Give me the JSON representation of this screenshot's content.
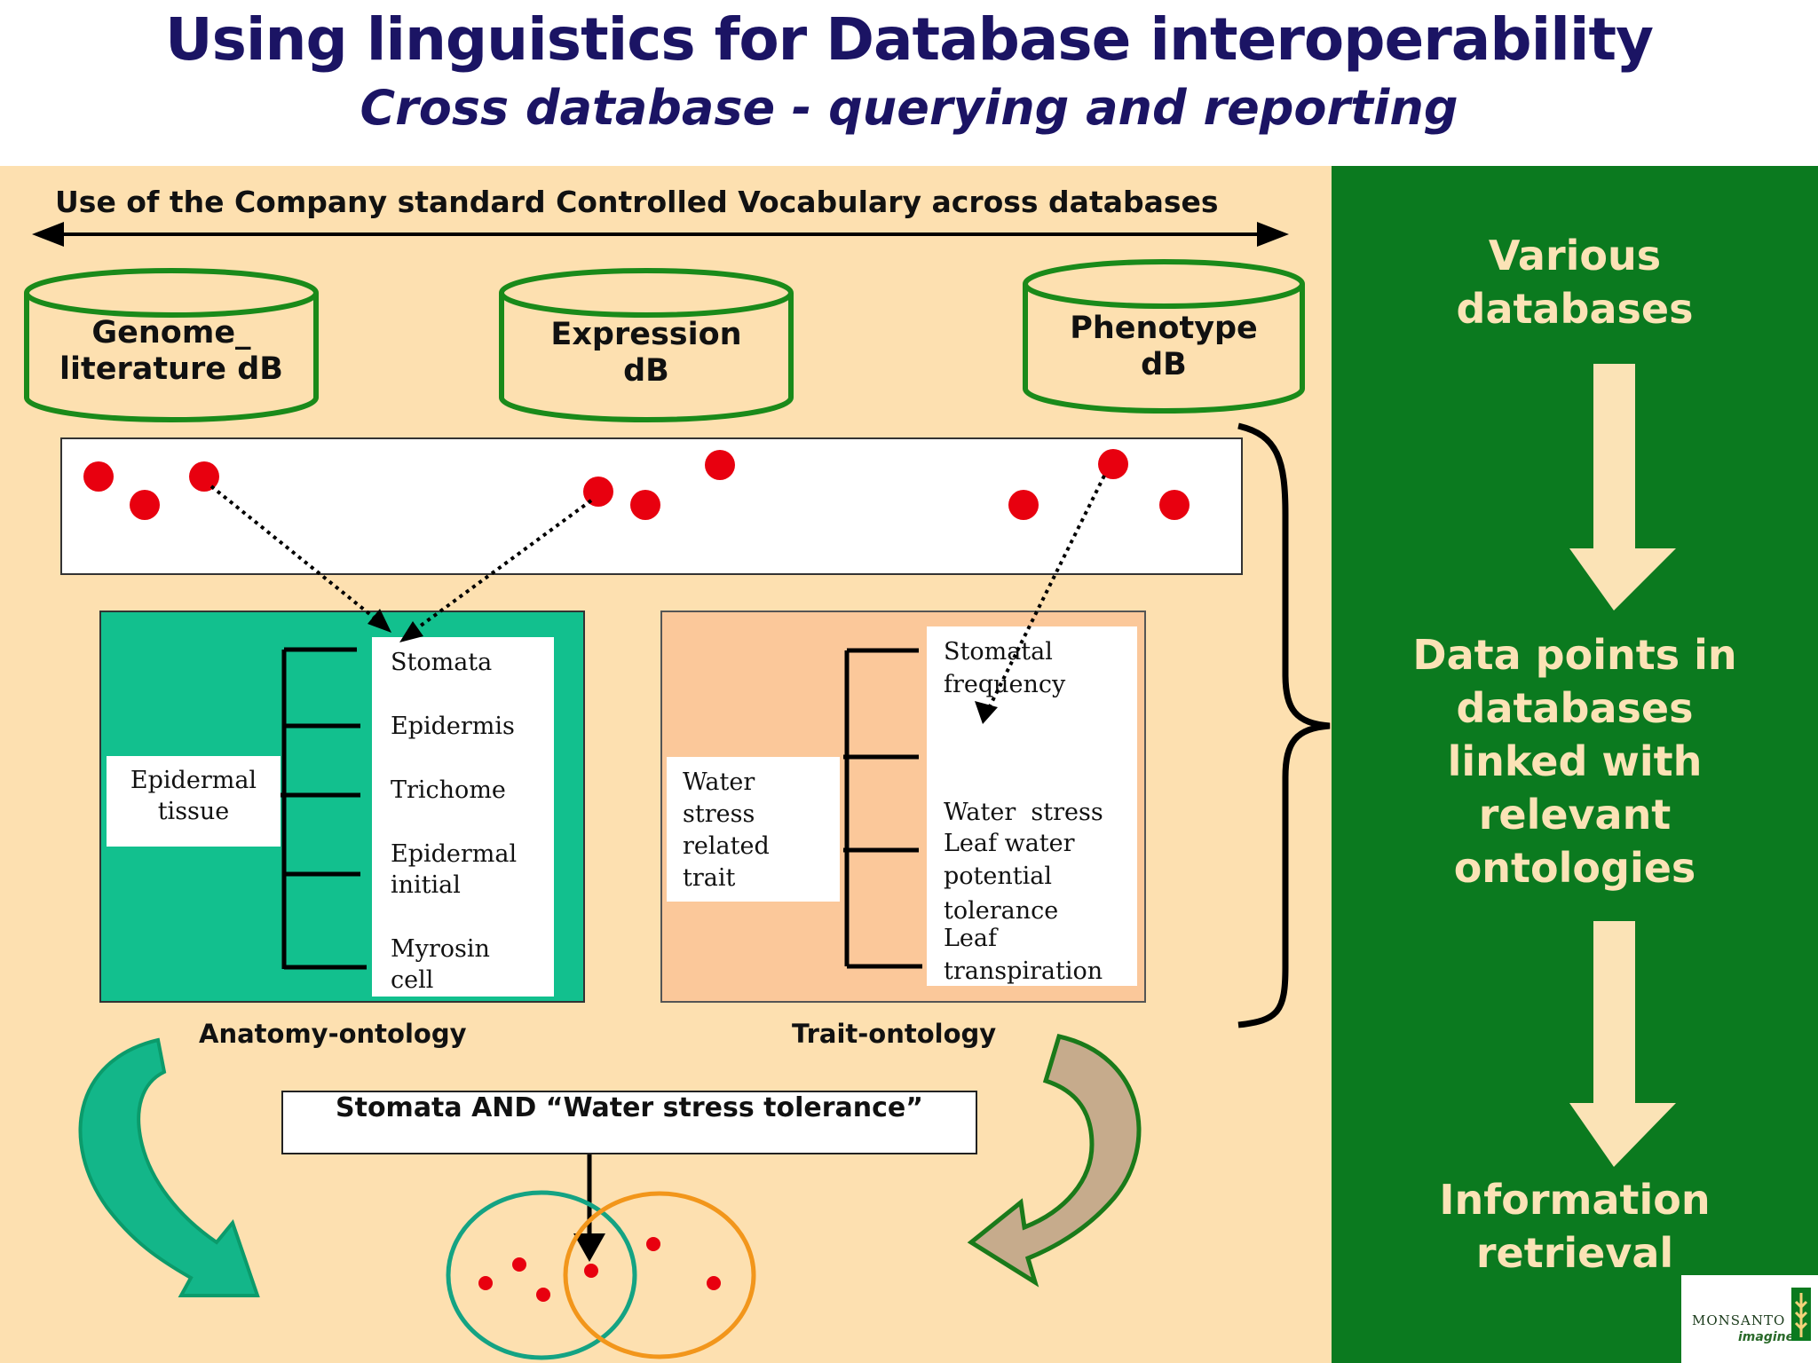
{
  "slide": {
    "title": "Using linguistics for Database interoperability",
    "subtitle": "Cross database - querying and reporting"
  },
  "vocabulary_banner": "Use of the Company standard Controlled Vocabulary across databases",
  "databases": [
    {
      "line1": "Genome_",
      "line2": "literature dB"
    },
    {
      "line1": "Expression",
      "line2": "dB"
    },
    {
      "line1": "Phenotype",
      "line2": "dB"
    }
  ],
  "anatomy_ontology": {
    "caption": "Anatomy-ontology",
    "root": [
      "Epidermal",
      "tissue"
    ],
    "terms": [
      [
        "Stomata"
      ],
      [
        "Epidermis"
      ],
      [
        "Trichome"
      ],
      [
        "Epidermal",
        "initial"
      ],
      [
        "Myrosin",
        "cell"
      ]
    ]
  },
  "trait_ontology": {
    "caption": "Trait-ontology",
    "root": [
      "Water",
      "stress",
      "related",
      "trait"
    ],
    "terms": [
      [
        "Stomatal",
        "frequency"
      ],
      [
        "Water  stress",
        "tolerance"
      ],
      [
        "Leaf water",
        "potential"
      ],
      [
        "Leaf",
        "transpiration"
      ]
    ]
  },
  "query": "Stomata AND “Water stress tolerance”",
  "workflow": {
    "step1": [
      "Various",
      "databases"
    ],
    "step2": [
      "Data points in",
      "databases",
      "linked with",
      "relevant",
      "ontologies"
    ],
    "step3": [
      "Information",
      "retrieval"
    ]
  },
  "logo": {
    "brand": "MONSANTO",
    "tagline": "imagine"
  },
  "colors": {
    "title": "#1b1464",
    "left_panel": "#fde0b0",
    "right_panel": "#0b7a1f",
    "right_text": "#fbe3b6",
    "anatomy_box": "#12c08e",
    "trait_box": "#fbc89a",
    "cylinder_stroke": "#1a8a1a",
    "data_point": "#e8000f",
    "venn_left": "#14a383",
    "venn_right": "#f2961b"
  }
}
